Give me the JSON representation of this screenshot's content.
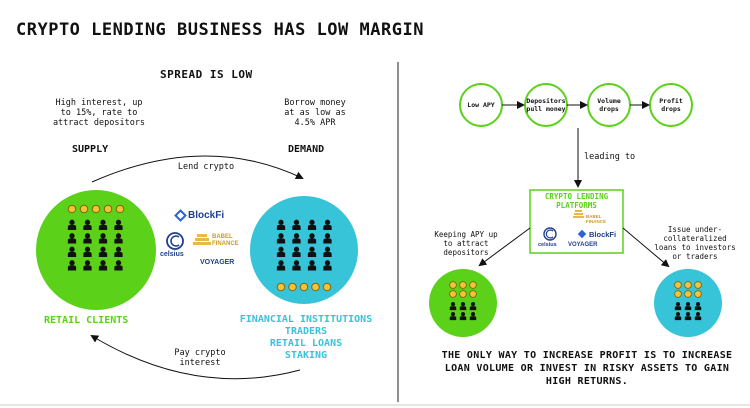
{
  "title": "CRYPTO LENDING BUSINESS HAS LOW MARGIN",
  "spread_label": "SPREAD IS LOW",
  "supply": {
    "note": "High interest, up\nto 15%, rate to\nattract depositors",
    "label": "SUPPLY"
  },
  "demand": {
    "note": "Borrow money\nat as low as\n4.5% APR",
    "label": "DEMAND"
  },
  "lend_crypto": "Lend crypto",
  "pay_crypto": "Pay crypto\ninterest",
  "retail_clients": "RETAIL CLIENTS",
  "institutions": "FINANCIAL INSTITUTIONS\nTRADERS\nRETAIL LOANS\nSTAKING",
  "logos": {
    "blockfi": "BlockFi",
    "celsius": "celsius",
    "babel": "BABEL\nFINANCE",
    "voyager": "VOYAGER"
  },
  "flow": {
    "nodes": [
      "Low APY",
      "Depositors\npull money",
      "Volume\ndrops",
      "Profit\ndrops"
    ],
    "leading_to": "leading to",
    "platforms_title": "CRYPTO LENDING\nPLATFORMS",
    "keeping_apy": "Keeping APY up\nto attract\ndepositors",
    "issue_loans": "Issue under-\ncollateralized\nloans to investors\nor traders"
  },
  "bottom_message": "THE ONLY WAY TO INCREASE PROFIT IS TO INCREASE LOAN VOLUME OR INVEST IN RISKY ASSETS TO GAIN HIGH RETURNS.",
  "colors": {
    "green": "#5bd11a",
    "cyan": "#37c4d8",
    "coin": "#f2c33a",
    "blockfi_blue": "#2b63d9",
    "dark": "#111111"
  }
}
